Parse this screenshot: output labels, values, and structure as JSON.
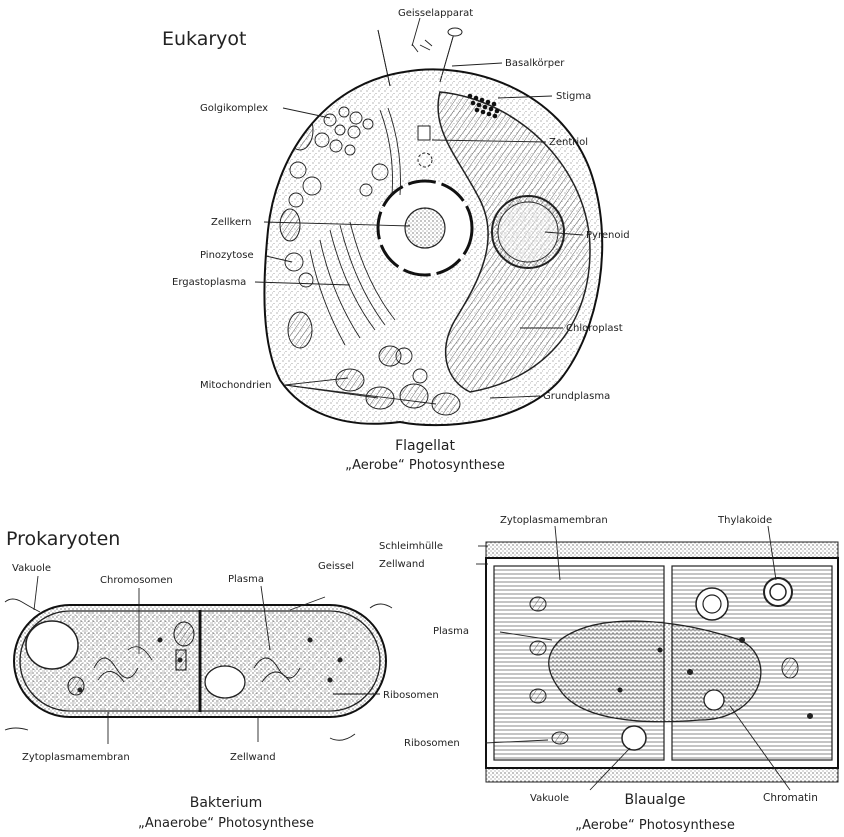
{
  "eukaryote": {
    "heading": "Eukaryot",
    "labels": {
      "geisselapparat": "Geisselapparat",
      "basalkoerper": "Basalkörper",
      "stigma": "Stigma",
      "golgikomplex": "Golgikomplex",
      "zentriol": "Zentriol",
      "zellkern": "Zellkern",
      "pyrenoid": "Pyrenoid",
      "pinozytose": "Pinozytose",
      "ergastoplasma": "Ergastoplasma",
      "chloroplast": "Chloroplast",
      "mitochondrien": "Mitochondrien",
      "grundplasma": "Grundplasma"
    },
    "caption_line1": "Flagellat",
    "caption_line2": "„Aerobe“ Photosynthese"
  },
  "prokaryotes": {
    "heading": "Prokaryoten",
    "bacterium": {
      "labels": {
        "vakuole": "Vakuole",
        "chromosomen": "Chromosomen",
        "plasma": "Plasma",
        "geissel": "Geissel",
        "ribosomen": "Ribosomen",
        "zytoplasmamembran": "Zytoplasmamembran",
        "zellwand": "Zellwand"
      },
      "caption_line1": "Bakterium",
      "caption_line2": "„Anaerobe“ Photosynthese"
    },
    "blue_alga": {
      "labels": {
        "zytoplasmamembran": "Zytoplasmamembran",
        "thylakoide": "Thylakoide",
        "schleimhuelle": "Schleimhülle",
        "zellwand": "Zellwand",
        "plasma": "Plasma",
        "ribosomen": "Ribosomen",
        "vakuole": "Vakuole",
        "chromatin": "Chromatin"
      },
      "caption_line1": "Blaualge",
      "caption_line2": "„Aerobe“ Photosynthese"
    }
  }
}
